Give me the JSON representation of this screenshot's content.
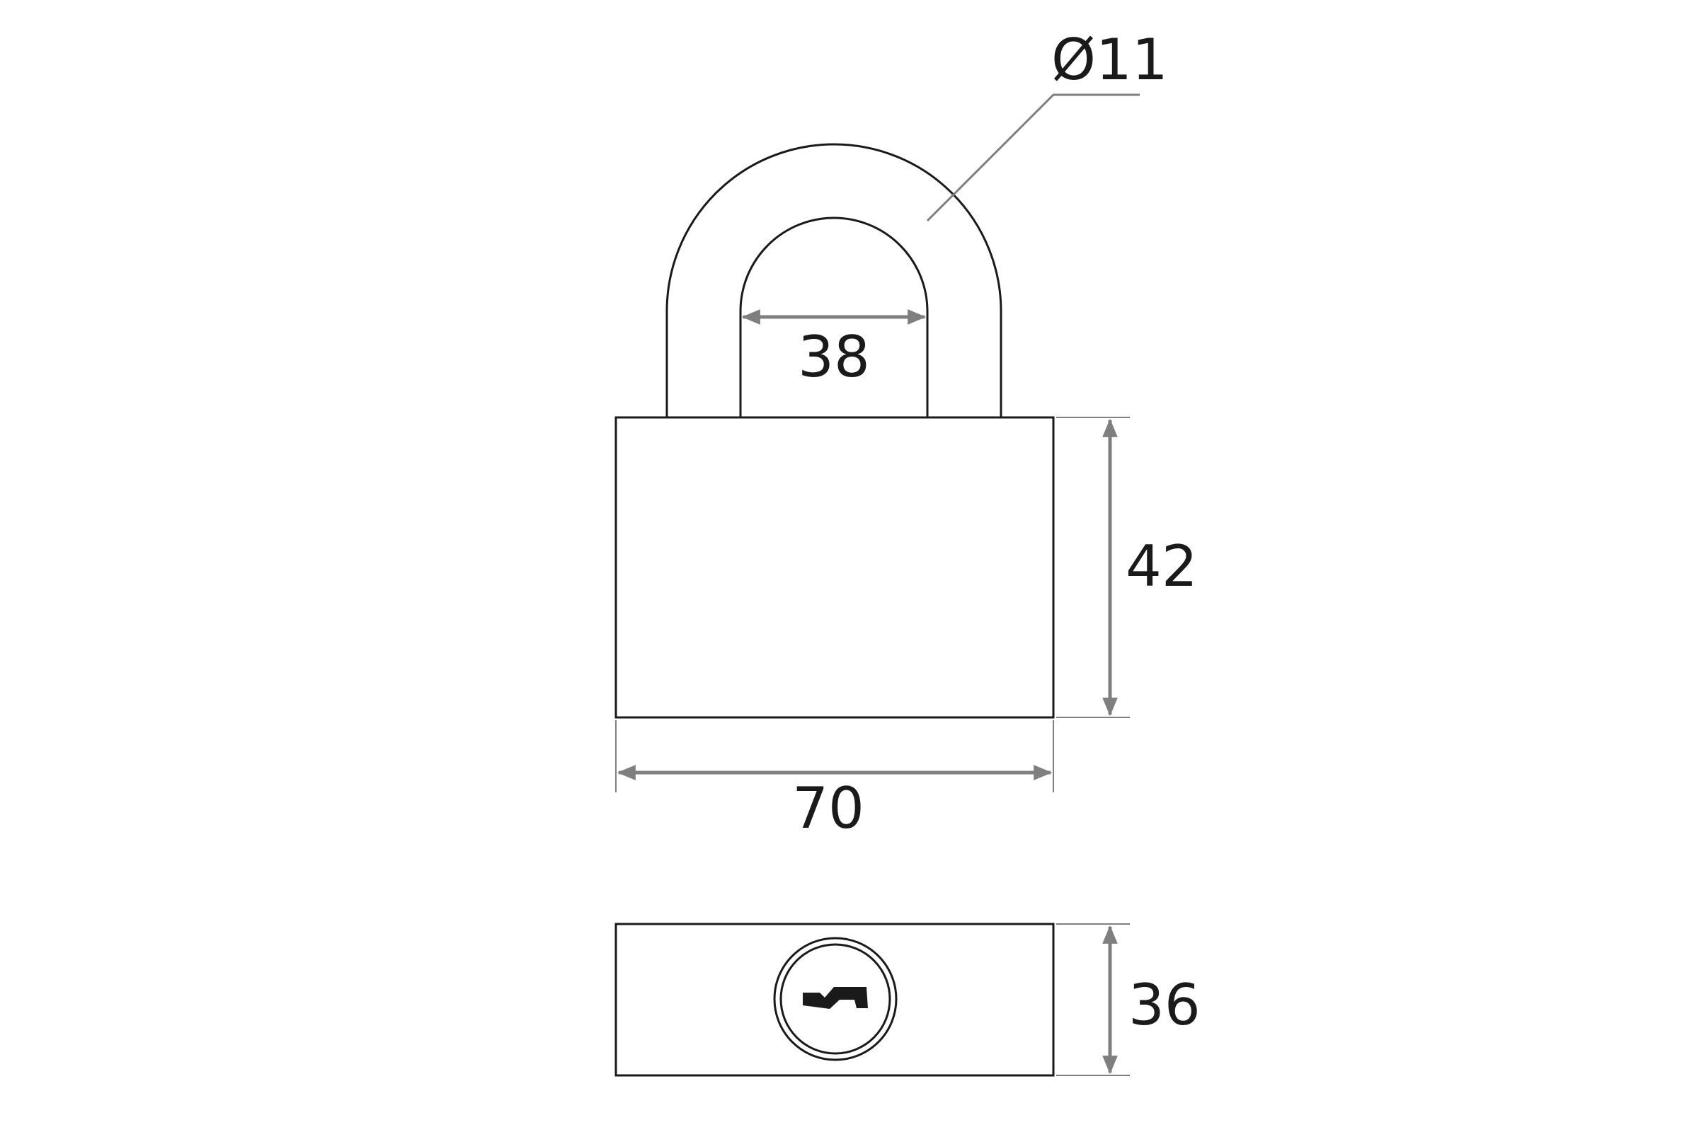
{
  "colors": {
    "outline": "#1a1a1a",
    "dimension": "#7f7f7f",
    "background": "#ffffff"
  },
  "dimensions": {
    "shackle_diameter": "Ø11",
    "shackle_clearance": "38",
    "body_height": "42",
    "body_width": "70",
    "body_thickness": "36"
  },
  "icons": {
    "keyhole": "keyhole-icon"
  }
}
